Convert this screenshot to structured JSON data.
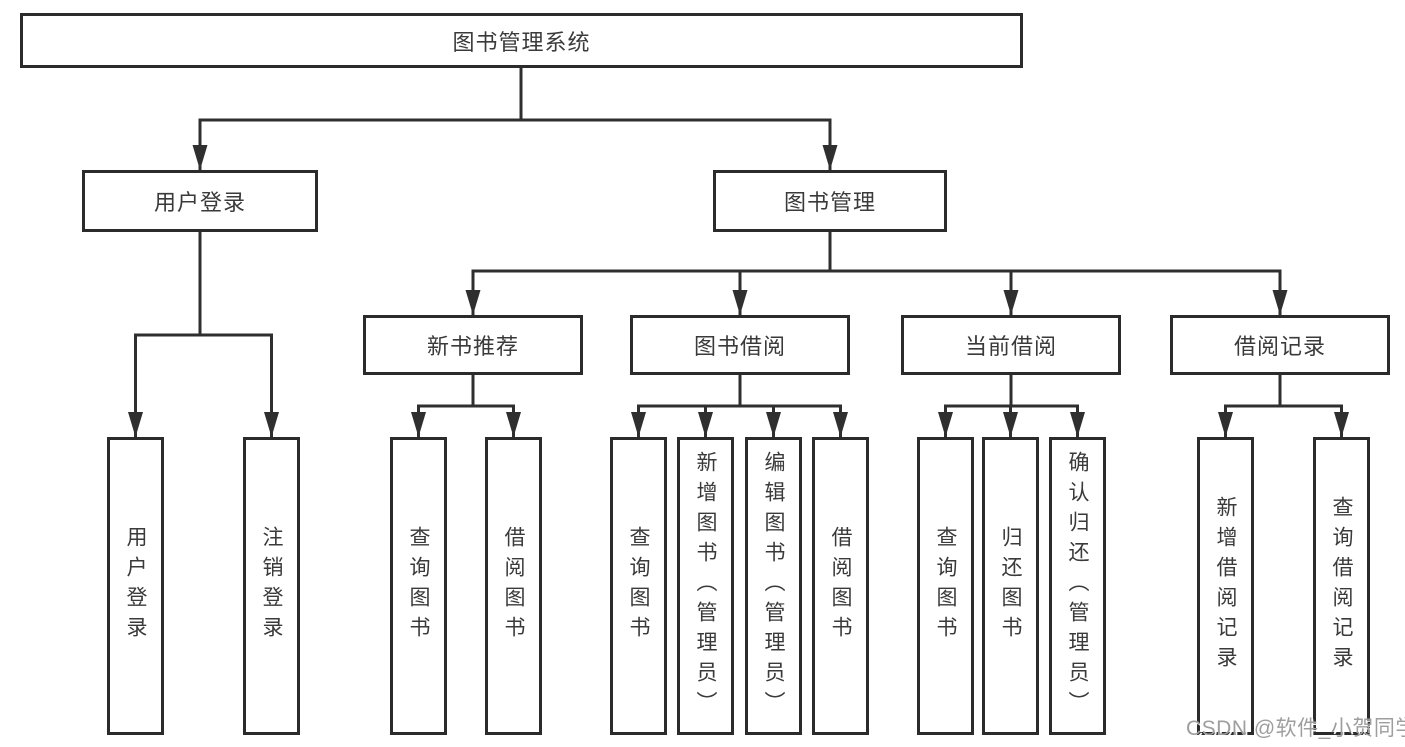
{
  "diagram": {
    "root": {
      "label": "图书管理系统"
    },
    "level2": {
      "user_login": {
        "label": "用户登录"
      },
      "book_mgmt": {
        "label": "图书管理"
      }
    },
    "level3": {
      "new_book": {
        "label": "新书推荐"
      },
      "book_borrow": {
        "label": "图书借阅"
      },
      "current_borrow": {
        "label": "当前借阅"
      },
      "borrow_record": {
        "label": "借阅记录"
      }
    },
    "leaves": {
      "user_login": [
        "用户登录",
        "注销登录"
      ],
      "new_book": [
        "查询图书",
        "借阅图书"
      ],
      "book_borrow": [
        "查询图书",
        "新增图书（管理员）",
        "编辑图书（管理员）",
        "借阅图书"
      ],
      "current_borrow": [
        "查询图书",
        "归还图书",
        "确认归还（管理员）"
      ],
      "borrow_record": [
        "新增借阅记录",
        "查询借阅记录"
      ]
    }
  },
  "watermark": {
    "text": "CSDN @软件_小贺同学"
  },
  "colors": {
    "line": "#2f2f2f",
    "box_border": "#2b2b2b",
    "text": "#333333",
    "background": "#ffffff",
    "watermark": "#9e9e9e"
  }
}
